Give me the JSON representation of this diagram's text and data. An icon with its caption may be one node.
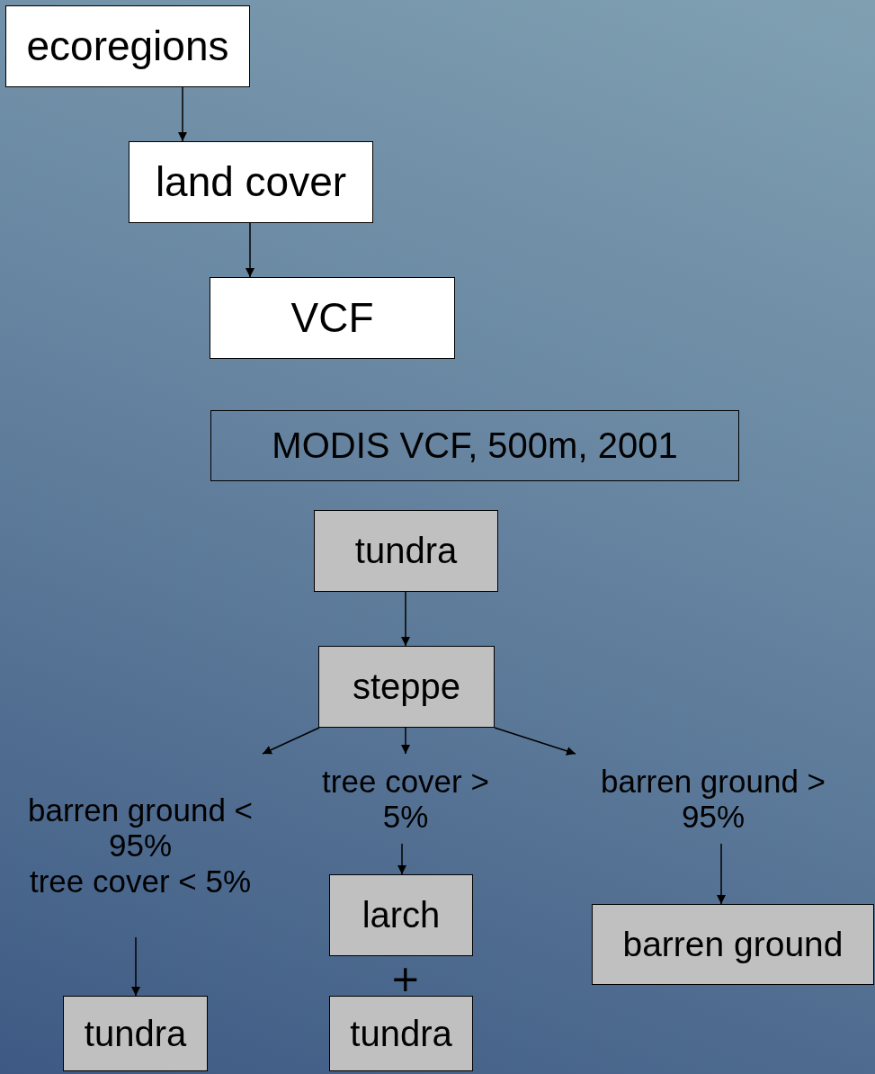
{
  "diagram": {
    "nodes": [
      {
        "text": [
          "ecoregions"
        ]
      },
      {
        "text": [
          "land cover"
        ]
      },
      {
        "text": [
          "VCF"
        ]
      },
      {
        "text": [
          "MODIS VCF, 500m, 2001"
        ]
      },
      {
        "text": [
          "tundra"
        ]
      },
      {
        "text": [
          "steppe"
        ]
      },
      {
        "text": [
          "barren ground < 95%",
          "tree cover < 5%"
        ]
      },
      {
        "text": [
          "tree cover > 5%"
        ]
      },
      {
        "text": [
          "barren ground > 95%"
        ]
      },
      {
        "text": [
          "larch"
        ]
      },
      {
        "text": [
          "barren ground"
        ]
      },
      {
        "text": [
          "tundra"
        ]
      },
      {
        "text": [
          "tundra"
        ]
      }
    ],
    "edges": [
      {
        "from": 0,
        "to": 1,
        "arrow": "to"
      },
      {
        "from": 1,
        "to": 2,
        "arrow": "to"
      },
      {
        "from": 4,
        "to": 5,
        "arrow": "to"
      },
      {
        "from": 5,
        "to": 6,
        "arrow": "to"
      },
      {
        "from": 5,
        "to": 7,
        "arrow": "to"
      },
      {
        "from": 5,
        "to": 8,
        "arrow": "to"
      },
      {
        "from": 7,
        "to": 9,
        "arrow": "to"
      },
      {
        "from": 6,
        "to": 11,
        "arrow": "to"
      },
      {
        "from": 8,
        "to": 10,
        "arrow": "to"
      }
    ],
    "labels": [
      "+"
    ]
  }
}
